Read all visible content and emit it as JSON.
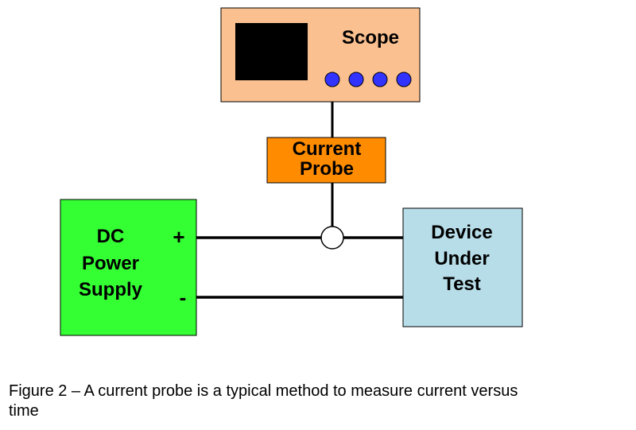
{
  "scope": {
    "label": "Scope",
    "fill": "#fac090",
    "screen_fill": "#000000",
    "knob_color": "#3333ff",
    "knob_count": 4
  },
  "probe": {
    "label_line1": "Current",
    "label_line2": "Probe",
    "fill": "#ff8c00"
  },
  "power_supply": {
    "label_line1": "DC",
    "label_line2": "Power",
    "label_line3": "Supply",
    "plus_label": "+",
    "minus_label": "-",
    "fill": "#33ff33"
  },
  "device": {
    "label_line1": "Device",
    "label_line2": "Under",
    "label_line3": "Test",
    "fill": "#b7dde8"
  },
  "caption": {
    "line1": "Figure 2 – A current probe is a typical method to measure current versus",
    "line2": "time"
  }
}
